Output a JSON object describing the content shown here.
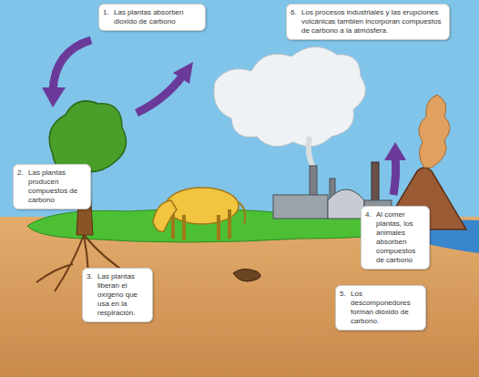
{
  "diagram": {
    "nodes": [
      {
        "text": [
          "1.",
          "Las plantas absorben dioxido de carbono"
        ]
      },
      {
        "text": [
          "6.",
          "Los procesos industriales y las erupciones volcánicas tambien incorporan compuestos de carbono a la atmósfera."
        ]
      },
      {
        "text": [
          "2.",
          "Las plantas producen compuestos de carbono"
        ]
      },
      {
        "text": [
          "4.",
          "Al comer plantas, los animales absorben compuestos de carbono"
        ]
      },
      {
        "text": [
          "3.",
          "Las plantas liberan el oxígeno que usa en la respiración."
        ]
      },
      {
        "text": [
          "5.",
          "Los descomponedores forman dióxido de carbono."
        ]
      }
    ]
  }
}
